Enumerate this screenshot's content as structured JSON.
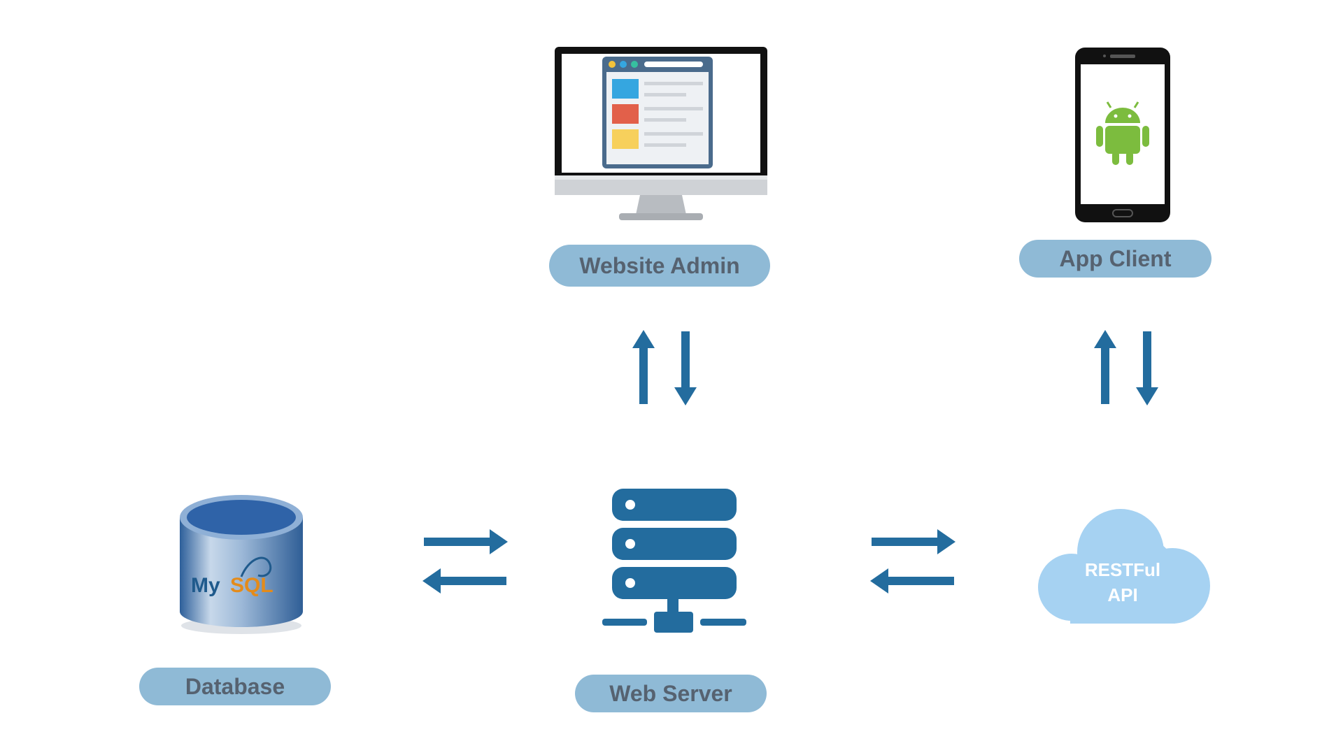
{
  "nodes": {
    "website_admin": {
      "label": "Website Admin",
      "icon": "desktop-monitor-icon"
    },
    "app_client": {
      "label": "App Client",
      "icon": "android-phone-icon"
    },
    "database": {
      "label": "Database",
      "icon": "mysql-database-icon",
      "logo_text_my": "My",
      "logo_text_sql": "SQL"
    },
    "web_server": {
      "label": "Web Server",
      "icon": "server-stack-icon"
    },
    "restful_api": {
      "line1": "RESTFul",
      "line2": "API",
      "icon": "cloud-icon"
    }
  },
  "edges": [
    {
      "from": "website_admin",
      "to": "web_server",
      "direction": "bidirectional"
    },
    {
      "from": "app_client",
      "to": "restful_api",
      "direction": "bidirectional"
    },
    {
      "from": "database",
      "to": "web_server",
      "direction": "bidirectional"
    },
    {
      "from": "web_server",
      "to": "restful_api",
      "direction": "bidirectional"
    }
  ],
  "colors": {
    "label_bg": "#8fbad6",
    "label_text": "#566270",
    "arrow": "#236c9e",
    "server": "#236c9e",
    "cloud": "#a6d2f2",
    "android_green": "#7cbc3e",
    "mysql_blue": "#1f5a8c",
    "mysql_orange": "#e48b1a"
  }
}
